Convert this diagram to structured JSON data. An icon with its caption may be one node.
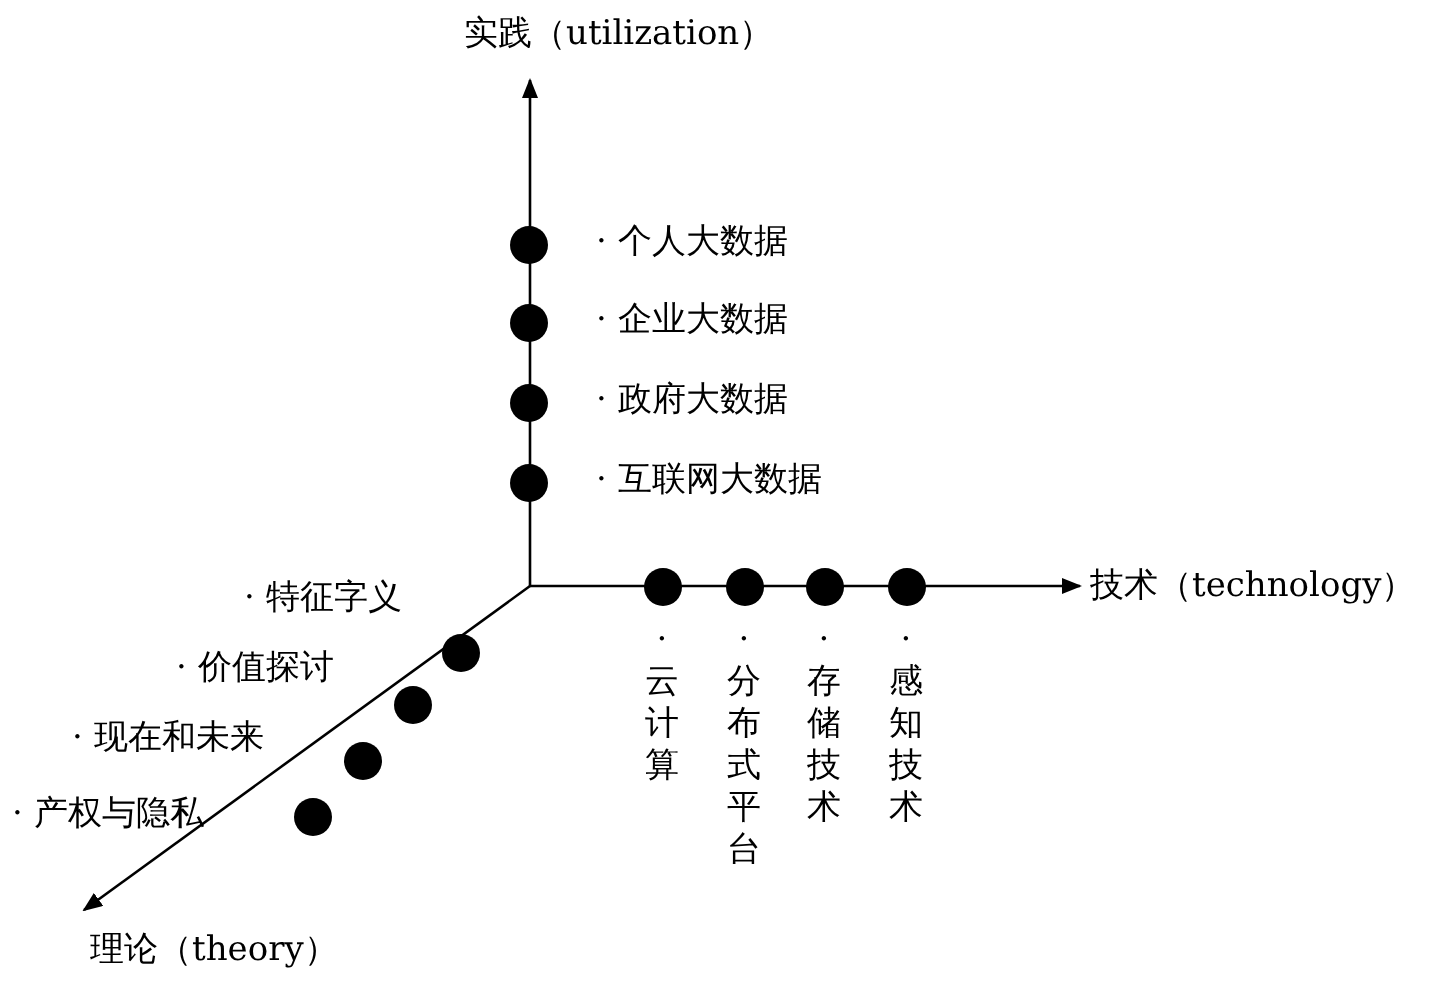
{
  "diagram": {
    "nodes": [
      {
        "text": [],
        "shape": "circle",
        "beside": [
          "· 个人大数据"
        ]
      },
      {
        "text": [],
        "shape": "circle",
        "beside": [
          "· 企业大数据"
        ]
      },
      {
        "text": [],
        "shape": "circle",
        "beside": [
          "· 政府大数据"
        ]
      },
      {
        "text": [],
        "shape": "circle",
        "beside": [
          "· 互联网大数据"
        ]
      },
      {
        "text": [],
        "shape": "circle",
        "beside": [
          "·云计算"
        ]
      },
      {
        "text": [],
        "shape": "circle",
        "beside": [
          "·分布式平台"
        ]
      },
      {
        "text": [],
        "shape": "circle",
        "beside": [
          "·存储技术"
        ]
      },
      {
        "text": [],
        "shape": "circle",
        "beside": [
          "·感知技术"
        ]
      },
      {
        "text": [],
        "shape": "circle",
        "beside": [
          "· 特征字义"
        ]
      },
      {
        "text": [],
        "shape": "circle",
        "beside": [
          "· 价值探讨"
        ]
      },
      {
        "text": [],
        "shape": "circle",
        "beside": [
          "· 现在和未来"
        ]
      },
      {
        "text": [],
        "shape": "circle",
        "beside": [
          "· 产权与隐私"
        ]
      }
    ],
    "edges": [],
    "labels": [
      "实践（utilization）",
      "技术（technology）",
      "理论（theory）"
    ]
  }
}
